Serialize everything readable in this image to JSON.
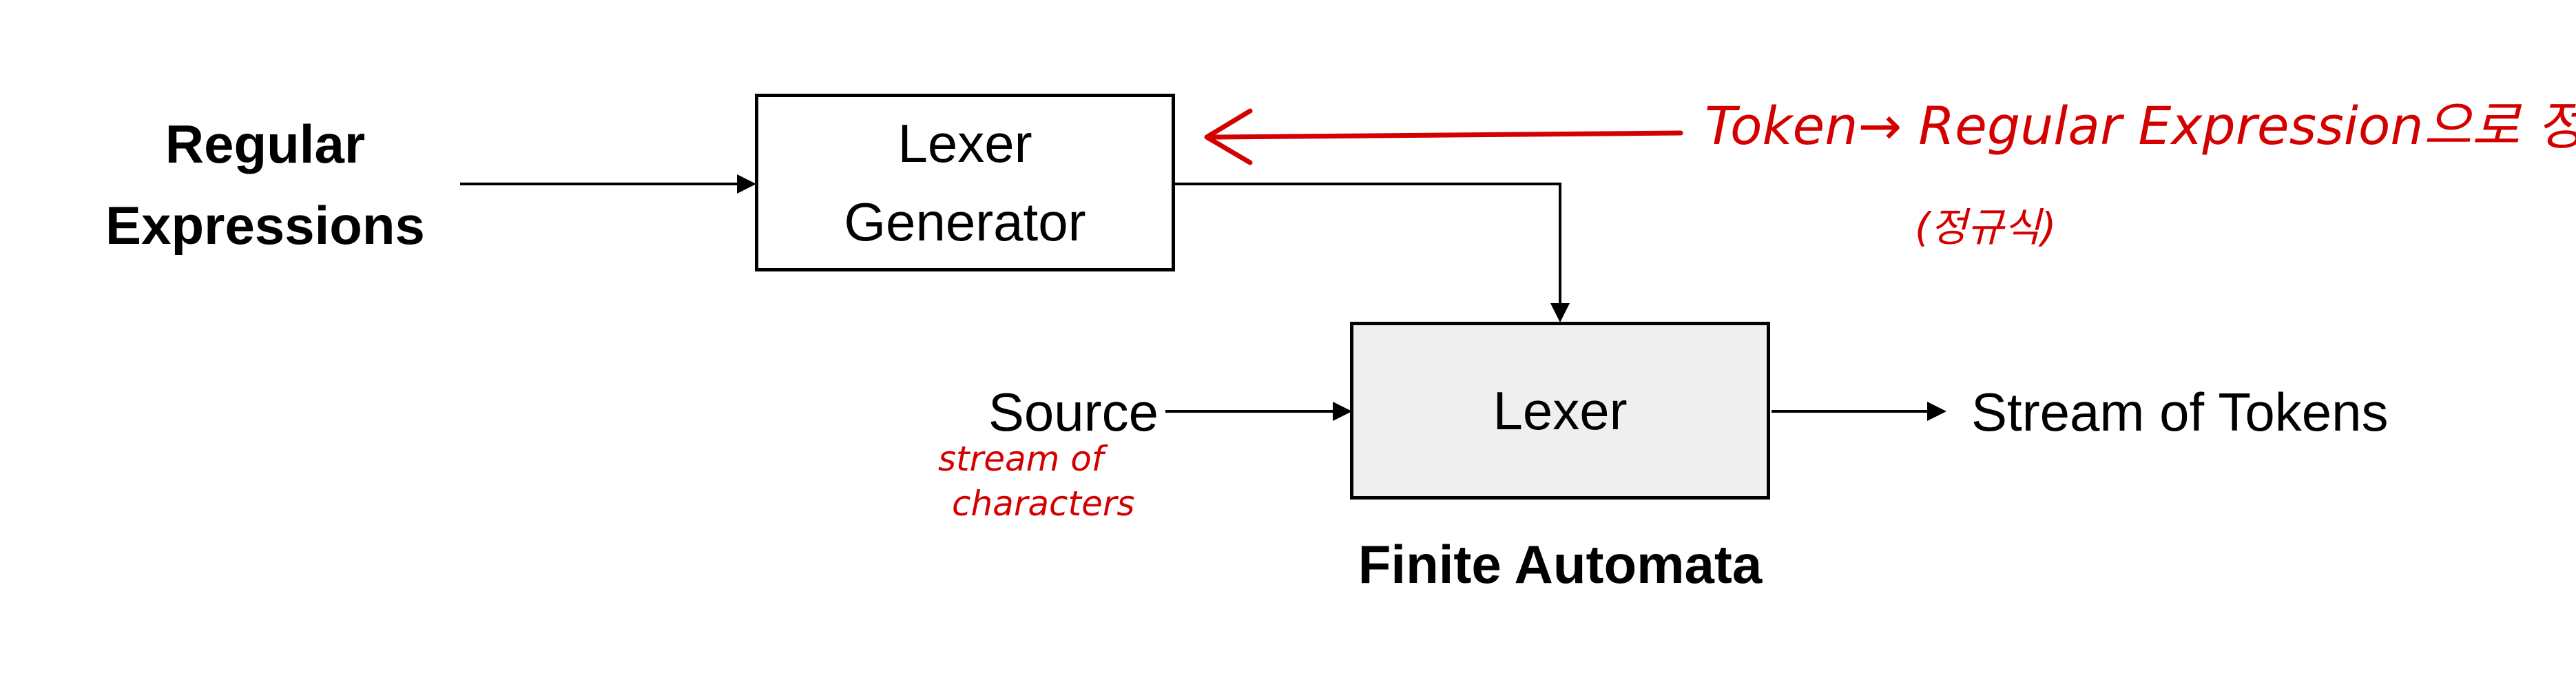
{
  "diagram": {
    "input_label_line1": "Regular",
    "input_label_line2": "Expressions",
    "generator_line1": "Lexer",
    "generator_line2": "Generator",
    "lexer": "Lexer",
    "lexer_caption": "Finite Automata",
    "source": "Source",
    "output": "Stream of Tokens"
  },
  "annotations": {
    "token_note": "Token→ Regular Expression으로 정의",
    "token_note_sub": "(정규식)",
    "source_note_line1": "stream of",
    "source_note_line2": "characters"
  },
  "colors": {
    "annotation": "#d40000",
    "lexer_fill": "#efefef",
    "stroke": "#000000"
  }
}
